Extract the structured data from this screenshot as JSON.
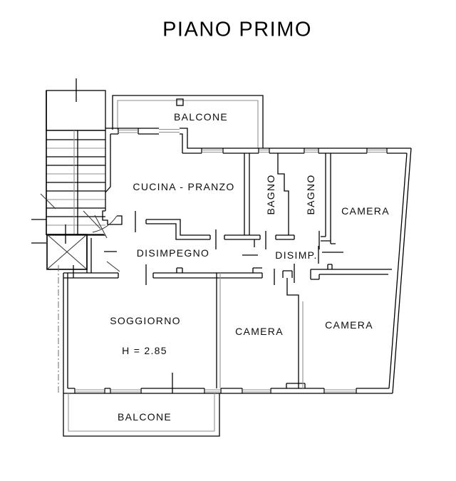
{
  "title": "PIANO PRIMO",
  "plan": {
    "rooms": {
      "balcone_top": "BALCONE",
      "cucina": "CUCINA - PRANZO",
      "bagno_1": "BAGNO",
      "bagno_2": "BAGNO",
      "camera_ne": "CAMERA",
      "disimpegno": "DISIMPEGNO",
      "disimp": "DISIMP.",
      "soggiorno": "SOGGIORNO",
      "soggiorno_height": "H = 2.85",
      "camera_s": "CAMERA",
      "camera_se": "CAMERA",
      "balcone_bottom": "BALCONE"
    },
    "colors": {
      "line": "#000000",
      "secondary_line": "#909090",
      "background": "#ffffff"
    }
  }
}
